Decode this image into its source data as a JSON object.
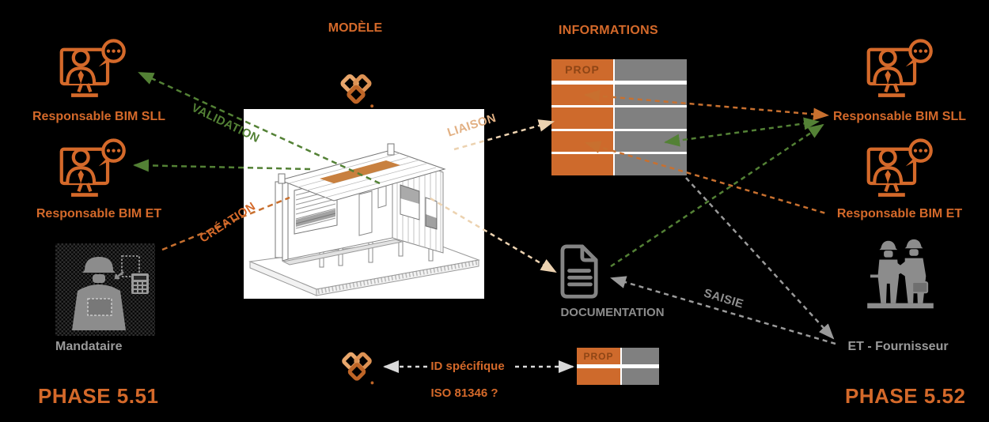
{
  "colors": {
    "background": "#000000",
    "accent-orange": "#D4692A",
    "accent-green": "#538135",
    "accent-gray": "#9A9A9A",
    "accent-tan": "#ECD2B0",
    "table-orange": "#CE6A2C",
    "table-gray": "#808080",
    "light-arrow": "#D9D9D9"
  },
  "left": {
    "bim_sll": "Responsable BIM SLL",
    "bim_et": "Responsable BIM ET",
    "mandataire": "Mandataire",
    "phase": "PHASE 5.51"
  },
  "right": {
    "bim_sll": "Responsable BIM SLL",
    "bim_et": "Responsable BIM ET",
    "fournisseur": "ET - Fournisseur",
    "phase": "PHASE 5.52"
  },
  "center": {
    "model": "MODÈLE",
    "informations": "INFORMATIONS",
    "documentation": "DOCUMENTATION",
    "id_specifique": "ID spécifique",
    "iso": "ISO 81346 ?"
  },
  "flows": {
    "validation": "VALIDATION",
    "creation": "CRÉATION",
    "liaison": "LIAISON",
    "saisie": "SAISIE"
  },
  "tables": {
    "informations": {
      "header_cell": "PROP",
      "rows": 5
    },
    "id": {
      "header_cell": "PROP",
      "rows": 2
    }
  },
  "icons": {
    "bim_manager": "monitor-user-chat-icon",
    "mandataire": "construction-worker-icon",
    "fournisseur": "handshake-icon",
    "model_logo": "ifc-logo-icon",
    "documentation": "document-icon"
  }
}
